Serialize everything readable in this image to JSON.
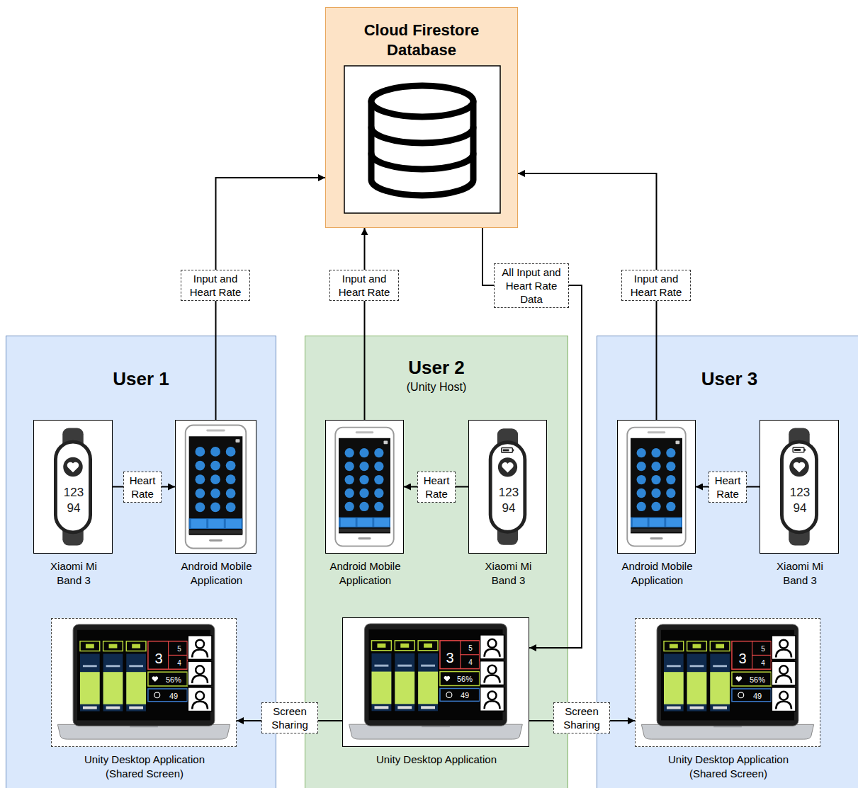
{
  "diagram": {
    "nodes": [
      {
        "text": [
          "Cloud Firestore Database"
        ]
      },
      {
        "text": [
          "User 1"
        ]
      },
      {
        "text": [
          "Xiaomi Mi Band 3"
        ],
        "in": 1
      },
      {
        "text": [
          "Android Mobile Application"
        ],
        "in": 1
      },
      {
        "text": [
          "Unity Desktop Application (Shared Screen)"
        ],
        "in": 1
      },
      {
        "text": [
          "User 2",
          "(Unity Host)"
        ]
      },
      {
        "text": [
          "Android Mobile Application"
        ],
        "in": 5
      },
      {
        "text": [
          "Xiaomi Mi Band 3"
        ],
        "in": 5
      },
      {
        "text": [
          "Unity Desktop Application"
        ],
        "in": 5
      },
      {
        "text": [
          "User 3"
        ]
      },
      {
        "text": [
          "Android Mobile Application"
        ],
        "in": 9
      },
      {
        "text": [
          "Xiaomi Mi Band 3"
        ],
        "in": 9
      },
      {
        "text": [
          "Unity Desktop Application (Shared Screen)"
        ],
        "in": 9
      }
    ],
    "edges": [
      {
        "from": 2,
        "to": 3,
        "label": "Heart Rate",
        "arrow": "to"
      },
      {
        "from": 3,
        "to": 0,
        "label": "Input and Heart Rate",
        "arrow": "to"
      },
      {
        "from": 7,
        "to": 6,
        "label": "Heart Rate",
        "arrow": "to"
      },
      {
        "from": 6,
        "to": 0,
        "label": "Input and Heart Rate",
        "arrow": "to"
      },
      {
        "from": 0,
        "to": 8,
        "label": "All Input and Heart Rate Data",
        "arrow": "to"
      },
      {
        "from": 11,
        "to": 10,
        "label": "Heart Rate",
        "arrow": "to"
      },
      {
        "from": 10,
        "to": 0,
        "label": "Input and Heart Rate",
        "arrow": "to"
      },
      {
        "from": 8,
        "to": 4,
        "label": "Screen Sharing",
        "arrow": "to"
      },
      {
        "from": 8,
        "to": 12,
        "label": "Screen Sharing",
        "arrow": "to"
      }
    ],
    "labels": [
      "123",
      "94",
      "123",
      "94",
      "123",
      "94",
      "3",
      "5",
      "4",
      "56%",
      "49",
      "3",
      "5",
      "4",
      "56%",
      "49",
      "3",
      "5",
      "4",
      "56%",
      "49"
    ]
  }
}
